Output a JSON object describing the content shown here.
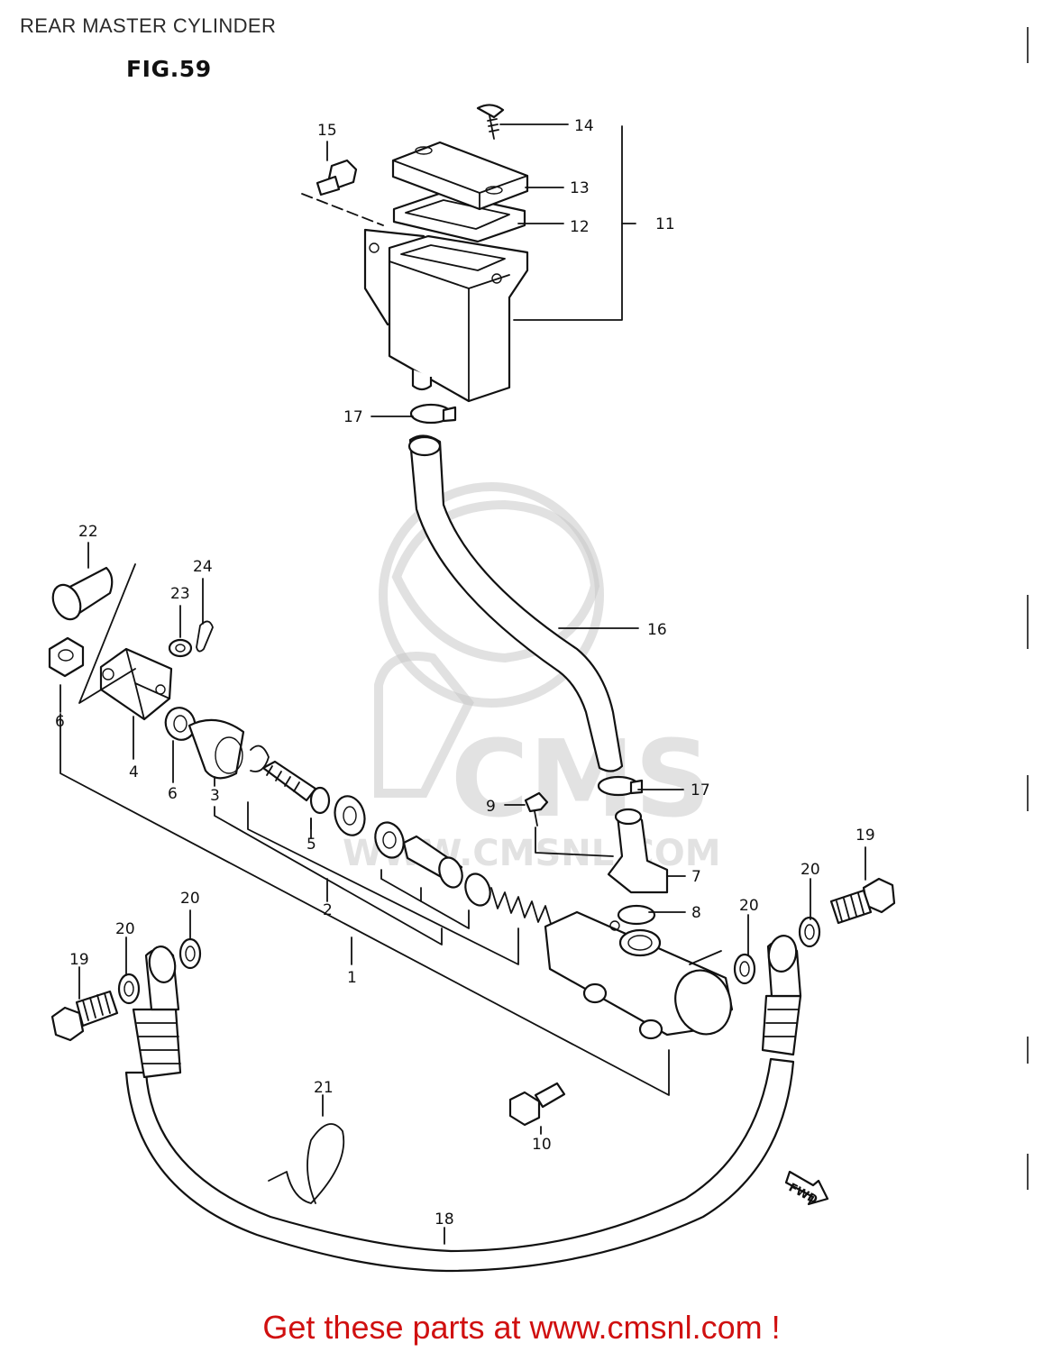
{
  "header": {
    "title": "REAR MASTER CYLINDER",
    "figure": "FIG.59"
  },
  "diagram": {
    "callouts": [
      "1",
      "2",
      "3",
      "4",
      "5",
      "6",
      "6",
      "7",
      "8",
      "9",
      "10",
      "11",
      "12",
      "13",
      "14",
      "15",
      "16",
      "17",
      "17",
      "18",
      "19",
      "19",
      "20",
      "20",
      "20",
      "20",
      "21",
      "22",
      "23",
      "24"
    ],
    "fwd_label": "FWD",
    "watermark": "CMS",
    "watermark_url": "WWW.CMSNL.COM"
  },
  "footer": {
    "promo": "Get these parts at www.cmsnl.com !"
  }
}
